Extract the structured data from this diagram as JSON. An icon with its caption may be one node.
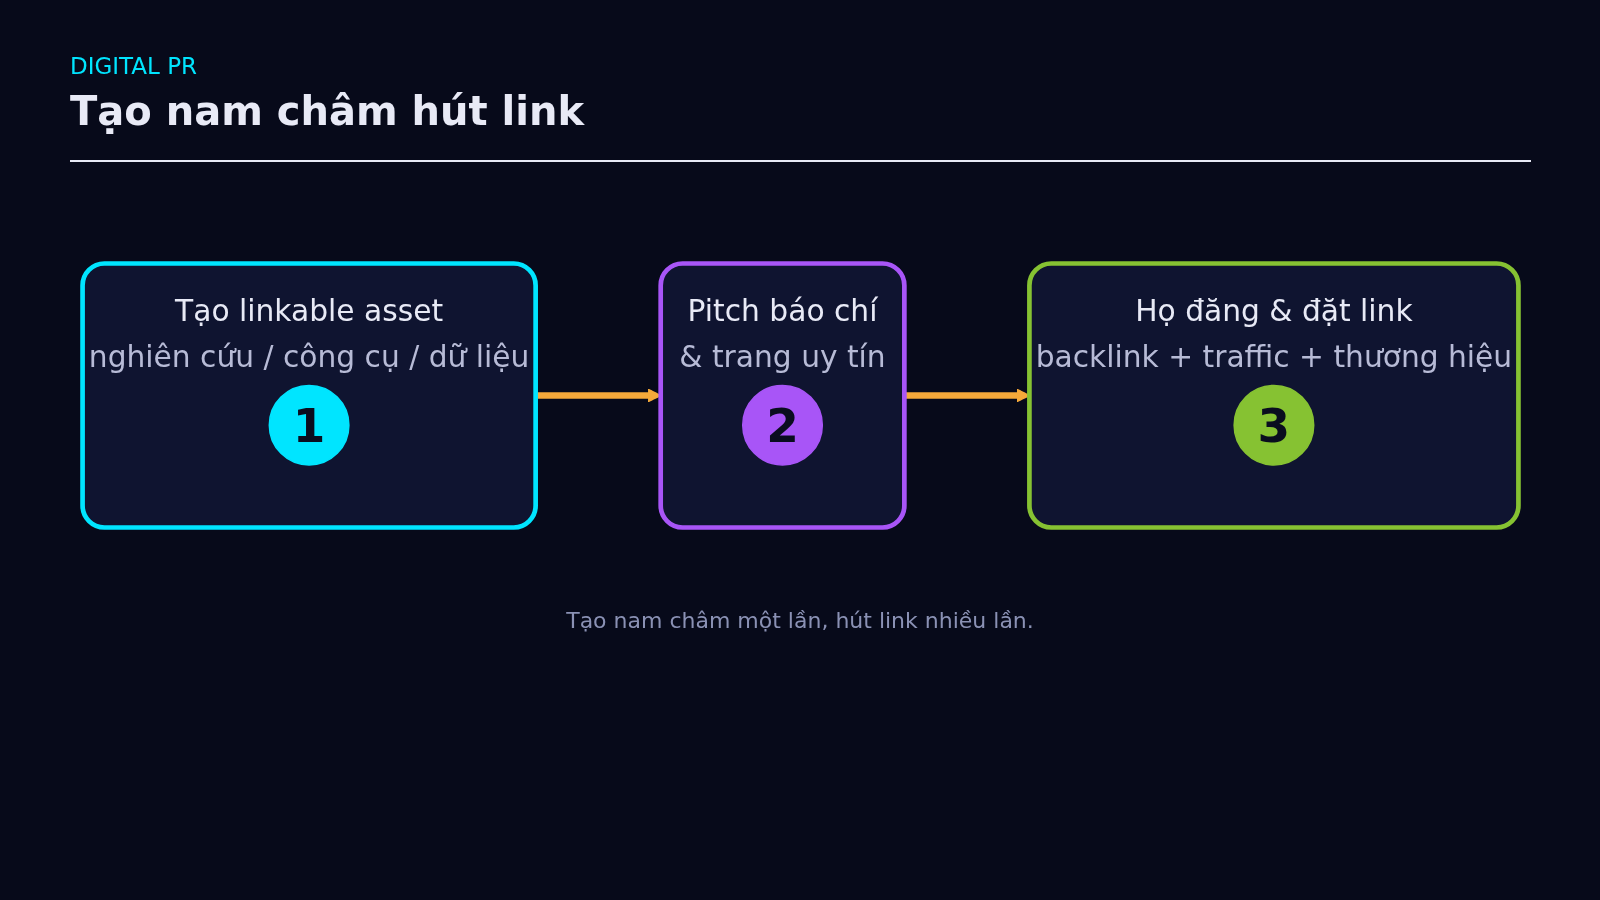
{
  "diagram": {
    "title": "Tạo nam châm hút link",
    "caption": "Tạo nam châm một lần, hút link nhiều lần.",
    "nodes": [
      {
        "text": [
          "Tạo linkable asset",
          "nghiên cứu / công cụ / dữ liệu"
        ]
      },
      {
        "text": [
          "1"
        ],
        "in": 0
      },
      {
        "text": [
          "Pitch báo chí",
          "& trang uy tín"
        ]
      },
      {
        "text": [
          "2"
        ],
        "in": 2
      },
      {
        "text": [
          "Họ đăng & đặt link",
          "backlink + traffic + thương hiệu"
        ]
      },
      {
        "text": [
          "3"
        ],
        "in": 4
      }
    ],
    "edges": [
      {
        "from": 0,
        "to": 2,
        "arrow": "to"
      },
      {
        "from": 2,
        "to": 4,
        "arrow": "to"
      }
    ],
    "labels": [
      "DIGITAL PR"
    ]
  }
}
